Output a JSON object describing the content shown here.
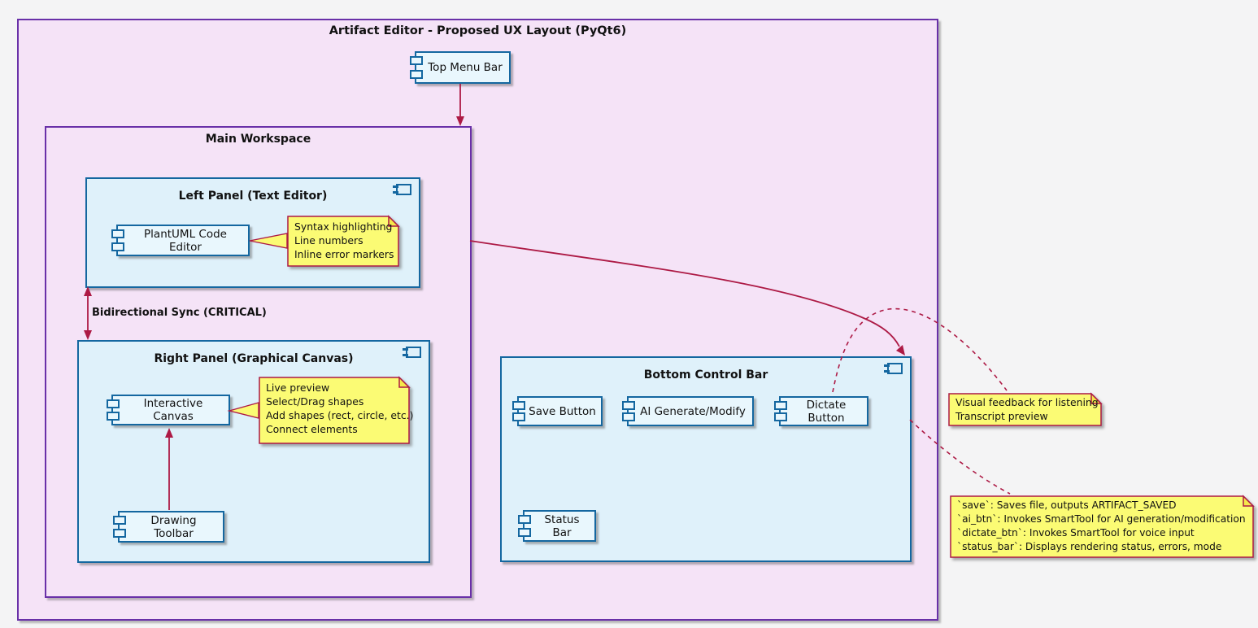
{
  "diagram": {
    "title": "Artifact Editor - Proposed UX Layout (PyQt6)",
    "workspace_title": "Main Workspace",
    "components": {
      "top_menu_bar": "Top Menu Bar",
      "left_panel": "Left Panel (Text Editor)",
      "code_editor": "PlantUML Code Editor",
      "right_panel": "Right Panel (Graphical Canvas)",
      "interactive_canvas": "Interactive Canvas",
      "drawing_toolbar": "Drawing Toolbar",
      "bottom_bar": "Bottom Control Bar",
      "save_button": "Save Button",
      "ai_button": "AI Generate/Modify",
      "dictate_button": "Dictate Button",
      "status_bar": "Status Bar"
    },
    "edges": {
      "sync_label": "Bidirectional Sync (CRITICAL)"
    },
    "notes": {
      "editor": {
        "lines": [
          "Syntax highlighting",
          "Line numbers",
          "Inline error markers"
        ]
      },
      "canvas": {
        "lines": [
          "Live preview",
          "Select/Drag shapes",
          "Add shapes (rect, circle, etc.)",
          "Connect elements"
        ]
      },
      "dictate": {
        "lines": [
          "Visual feedback for listening",
          "Transcript preview"
        ]
      },
      "controls": {
        "lines": [
          "`save`: Saves file, outputs ARTIFACT_SAVED",
          "`ai_btn`: Invokes SmartTool for AI generation/modification",
          "`dictate_btn`: Invokes SmartTool for voice input",
          "`status_bar`: Displays rendering status, errors, mode"
        ]
      }
    },
    "colors": {
      "frame_fill": "#f5e3f7",
      "frame_border": "#6930a8",
      "component_fill": "#e9f7fd",
      "component_border": "#1467a0",
      "note_fill": "#fbfb74",
      "note_border": "#ad1a45",
      "arrow": "#ad1a45"
    }
  }
}
